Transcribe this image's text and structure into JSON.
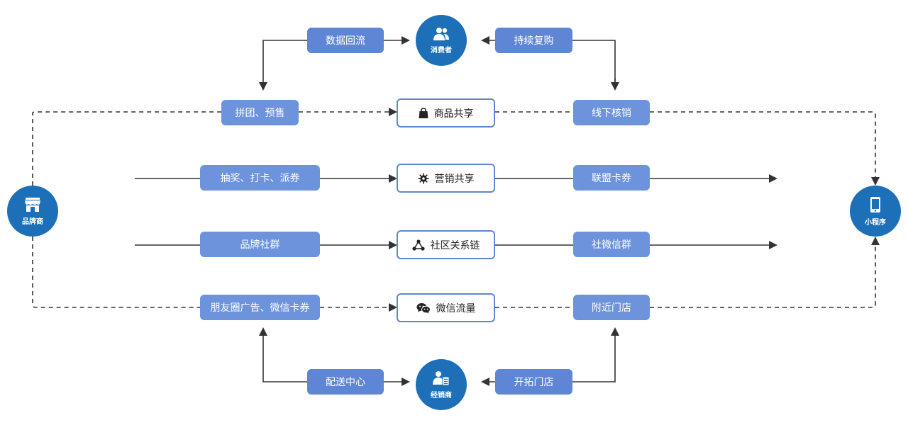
{
  "nodes": {
    "consumer": "消费者",
    "brand": "品牌商",
    "miniapp": "小程序",
    "distributor": "经销商"
  },
  "top": {
    "left_label": "数据回流",
    "right_label": "持续复购"
  },
  "rows": [
    {
      "left": "拼团、预售",
      "center": "商品共享",
      "right": "线下核销"
    },
    {
      "left": "抽奖、打卡、派券",
      "center": "营销共享",
      "right": "联盟卡券"
    },
    {
      "left": "品牌社群",
      "center": "社区关系链",
      "right": "社微信群"
    },
    {
      "left": "朋友圈广告、微信卡券",
      "center": "微信流量",
      "right": "附近门店"
    }
  ],
  "bottom": {
    "left_label": "配送中心",
    "right_label": "开拓门店"
  },
  "colors": {
    "pill": "#5f86d4",
    "node": "#1d6fb8",
    "line": "#333333"
  },
  "icons": {
    "consumer": "users-icon",
    "brand": "store-icon",
    "miniapp": "phone-icon",
    "distributor": "user-doc-icon",
    "row1": "shopping-bag-icon",
    "row2": "gear-bug-icon",
    "row3": "network-icon",
    "row4": "wechat-icon"
  }
}
